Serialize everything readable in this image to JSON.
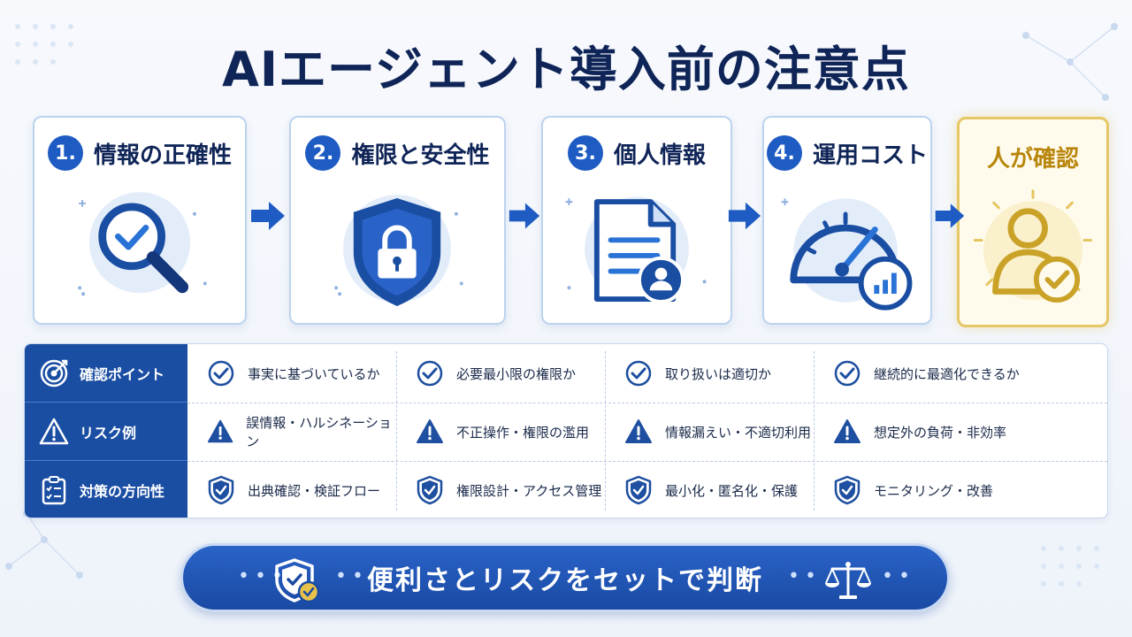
{
  "title": "AIエージェント導入前の注意点",
  "steps": [
    {
      "number": "1.",
      "label": "情報の正確性"
    },
    {
      "number": "2.",
      "label": "権限と安全性"
    },
    {
      "number": "3.",
      "label": "個人情報"
    },
    {
      "number": "4.",
      "label": "運用コスト"
    }
  ],
  "final_step": {
    "label": "人が確認"
  },
  "rows": [
    {
      "label": "確認ポイント",
      "icon": "target-icon",
      "cells": [
        "事実に基づいているか",
        "必要最小限の権限か",
        "取り扱いは適切か",
        "継続的に最適化できるか"
      ]
    },
    {
      "label": "リスク例",
      "icon": "warning-icon",
      "cells": [
        "誤情報・ハルシネーション",
        "不正操作・権限の濫用",
        "情報漏えい・不適切利用",
        "想定外の負荷・非効率"
      ]
    },
    {
      "label": "対策の方向性",
      "icon": "checklist-icon",
      "cells": [
        "出典確認・検証フロー",
        "権限設計・アクセス管理",
        "最小化・匿名化・保護",
        "モニタリング・改善"
      ]
    }
  ],
  "footer": {
    "message": "便利さとリスクをセットで判断"
  },
  "colors": {
    "primary": "#1e5cc4",
    "navy": "#0f2557",
    "gold": "#c9a227",
    "card_border": "#bcd3ee"
  }
}
